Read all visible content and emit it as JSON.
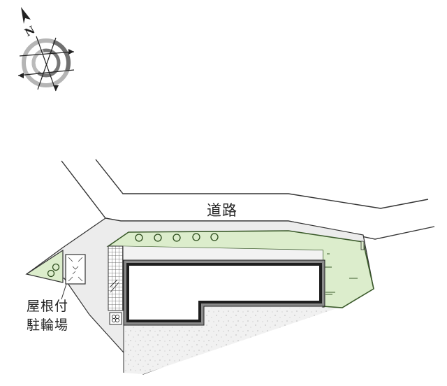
{
  "compass": {
    "north_label": "N",
    "icon": "compass-rose-icon"
  },
  "road": {
    "label": "道路"
  },
  "bicycle_parking": {
    "line1": "屋根付",
    "line2": "駐輪場"
  },
  "colors": {
    "lawn": "#dcedcc",
    "paved": "#efefef",
    "gravel": "#f0f0f0",
    "building_outline": "#222222",
    "line": "#333333",
    "compass_light": "#b0b0b0",
    "compass_dark": "#707070"
  },
  "trees": {
    "count_top": 5,
    "count_left": 2
  }
}
